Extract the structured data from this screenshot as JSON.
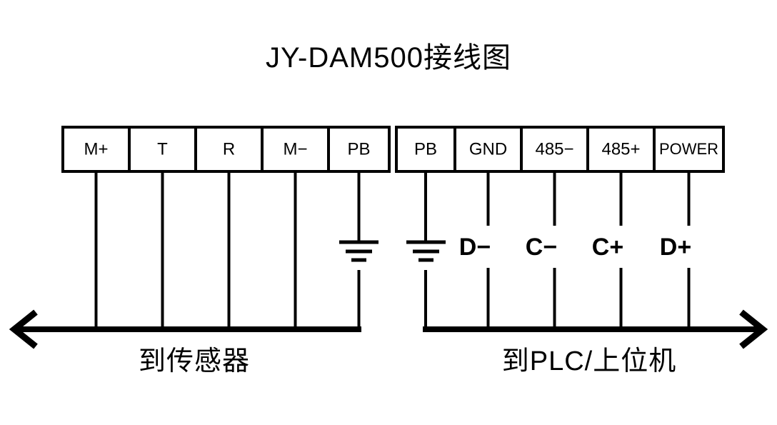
{
  "title": "JY-DAM500接线图",
  "terminal_strip": {
    "left_block": {
      "name": "sensor-terminal-block",
      "terminals": [
        {
          "label": "M+",
          "signal": ""
        },
        {
          "label": "T",
          "signal": ""
        },
        {
          "label": "R",
          "signal": ""
        },
        {
          "label": "M−",
          "signal": ""
        },
        {
          "label": "PB",
          "signal": "earth-ground"
        }
      ]
    },
    "right_block": {
      "name": "plc-terminal-block",
      "terminals": [
        {
          "label": "PB",
          "signal": "earth-ground"
        },
        {
          "label": "GND",
          "signal": "D−"
        },
        {
          "label": "485−",
          "signal": "C−"
        },
        {
          "label": "485+",
          "signal": "C+"
        },
        {
          "label": "POWER",
          "signal": "D+"
        }
      ]
    }
  },
  "buses": {
    "left": {
      "label": "到传感器",
      "arrow_direction": "left"
    },
    "right": {
      "label": "到PLC/上位机",
      "arrow_direction": "right"
    }
  },
  "ground_symbols": [
    {
      "at_terminal": "PB",
      "block": "left"
    },
    {
      "at_terminal": "PB",
      "block": "right"
    }
  ],
  "colors": {
    "ink": "#000000",
    "background": "#ffffff"
  }
}
